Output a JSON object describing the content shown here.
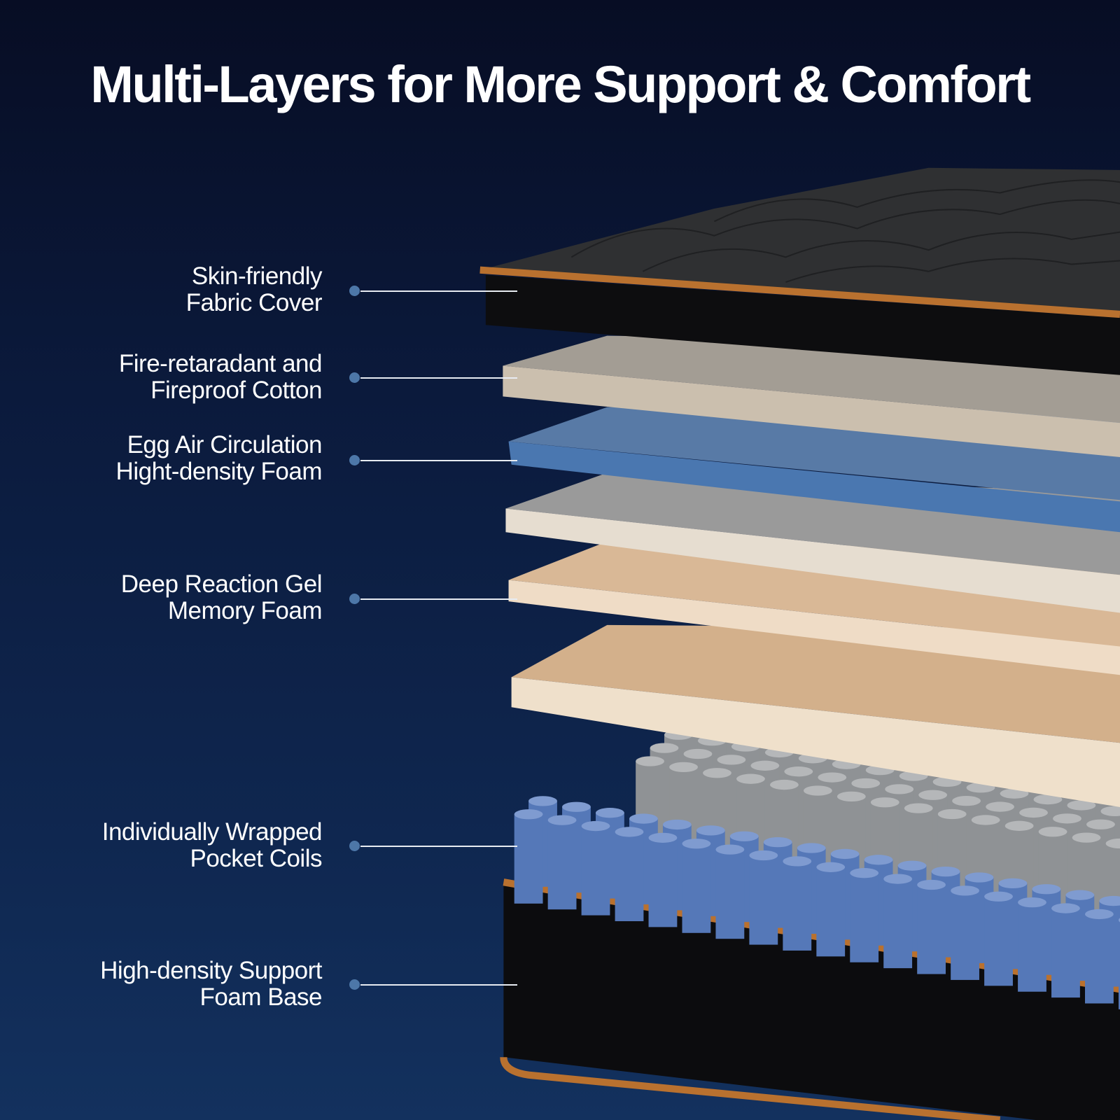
{
  "title": "Multi-Layers for More Support & Comfort",
  "layers": [
    {
      "line1": "Skin-friendly",
      "line2": "Fabric Cover"
    },
    {
      "line1": "Fire-retaradant and",
      "line2": "Fireproof Cotton"
    },
    {
      "line1": "Egg Air Circulation",
      "line2": "Hight-density Foam"
    },
    {
      "line1": "Deep Reaction Gel",
      "line2": "Memory Foam"
    },
    {
      "line1": "Individually Wrapped",
      "line2": "Pocket Coils"
    },
    {
      "line1": "High-density Support",
      "line2": "Foam Base"
    }
  ],
  "colors": {
    "accent_orange": "#b9712f",
    "dot_blue": "#4d77a8",
    "coil_blue": "#5578b8",
    "coil_grey": "#8f9295"
  }
}
